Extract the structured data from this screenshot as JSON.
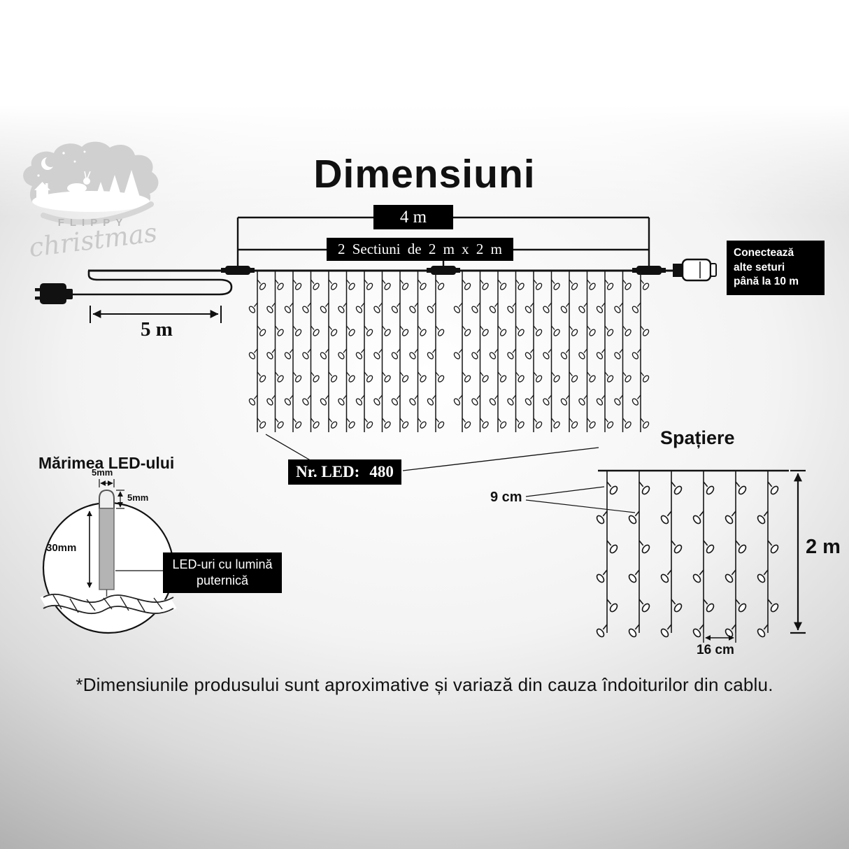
{
  "page": {
    "title": "Dimensiuni",
    "disclaimer": "*Dimensiunile produsului sunt aproximative și variază din cauza îndoiturilor din cablu."
  },
  "logo": {
    "brand_top": "FLIPPY",
    "brand_script": "christmas"
  },
  "dimensions": {
    "total_width": "4 m",
    "sections": "2 Sectiuni de 2 m x 2 m",
    "lead_length": "5 m",
    "connect_note_lines": [
      "Conectează",
      "alte seturi",
      "până la 10 m"
    ],
    "led_count_label": "Nr. LED:",
    "led_count_value": "480"
  },
  "led_size": {
    "title": "Mărimea LED-ului",
    "bulb_width": "5mm",
    "bulb_cap_height": "5mm",
    "bulb_body_height": "30mm",
    "note_lines": [
      "LED-uri cu lumină",
      "puternică"
    ]
  },
  "spacing": {
    "title": "Spațiere",
    "vertical_led_gap": "9 cm",
    "curtain_height": "2 m",
    "string_gap": "16 cm"
  }
}
